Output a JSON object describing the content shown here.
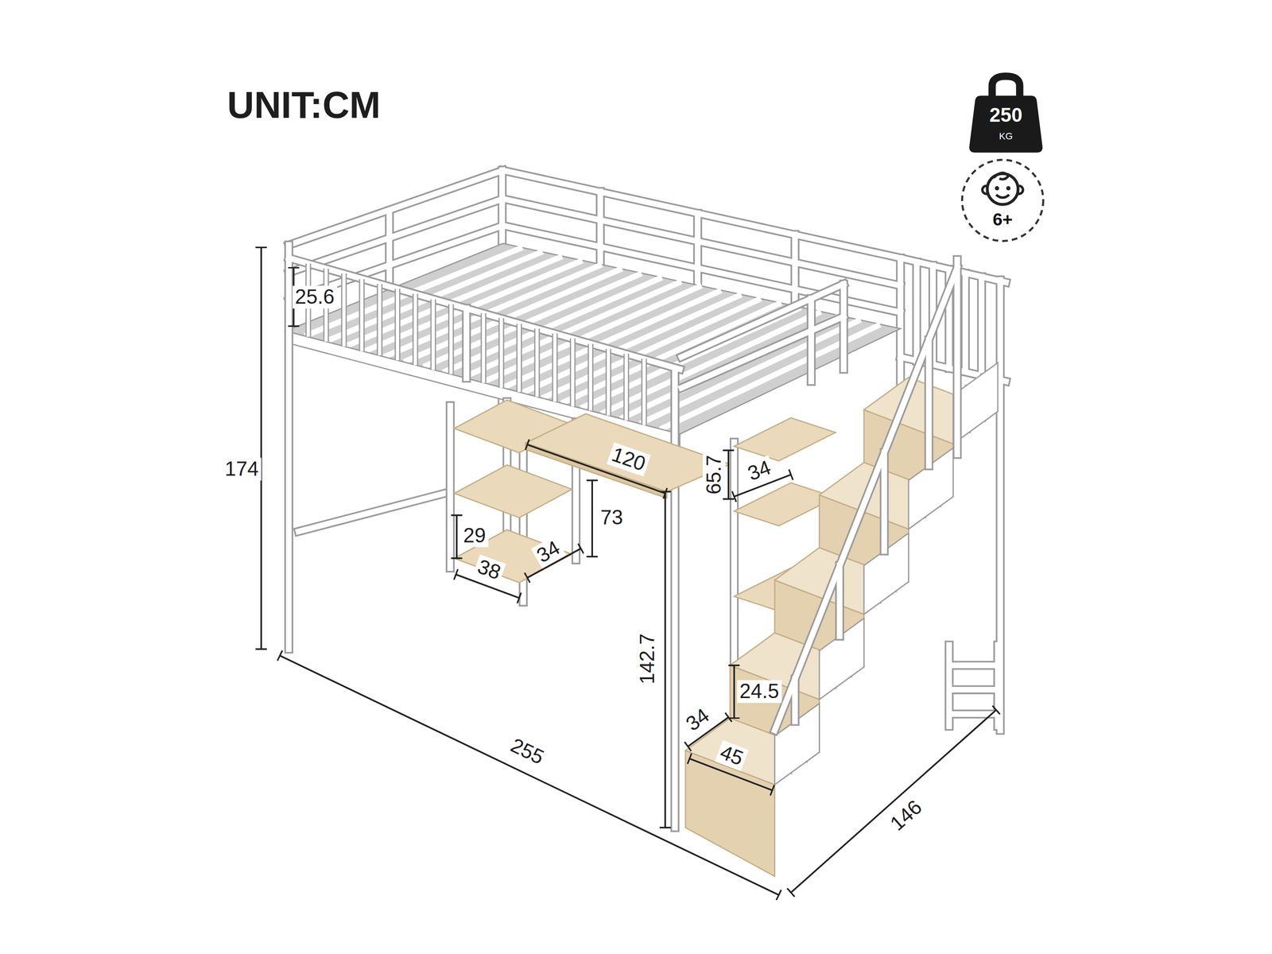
{
  "diagram": {
    "title": "UNIT:CM",
    "nodes": [
      {
        "text": [
          "250",
          "KG"
        ]
      },
      {
        "text": [
          "6+"
        ]
      }
    ],
    "labels": [
      "25.6",
      "174",
      "120",
      "65.7",
      "34",
      "73",
      "29",
      "38",
      "34",
      "142.7",
      "24.5",
      "34",
      "45",
      "255",
      "146"
    ]
  }
}
